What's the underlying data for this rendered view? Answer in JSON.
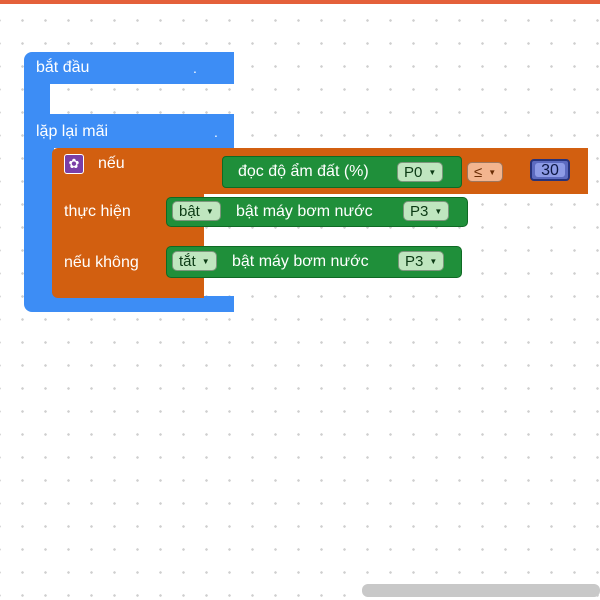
{
  "start_block": {
    "label": "bắt đầu",
    "dot": "."
  },
  "forever_block": {
    "label": "lặp lại mãi",
    "dot": "."
  },
  "if_block": {
    "label": "nếu",
    "then_label": "thực hiện",
    "else_label": "nếu không",
    "gear_icon": "gear-icon"
  },
  "condition": {
    "sensor_label": "đọc độ ẩm đất (%)",
    "pin": "P0",
    "operator": "≤",
    "value": "30"
  },
  "then_action": {
    "state": "bật",
    "label": "bật máy bơm nước",
    "pin": "P3"
  },
  "else_action": {
    "state": "tắt",
    "label": "bật máy bơm nước",
    "pin": "P3"
  },
  "colors": {
    "blue": "#3d8df5",
    "orange": "#d25f10",
    "green": "#1f8f3a",
    "accent_top": "#e4603a"
  }
}
